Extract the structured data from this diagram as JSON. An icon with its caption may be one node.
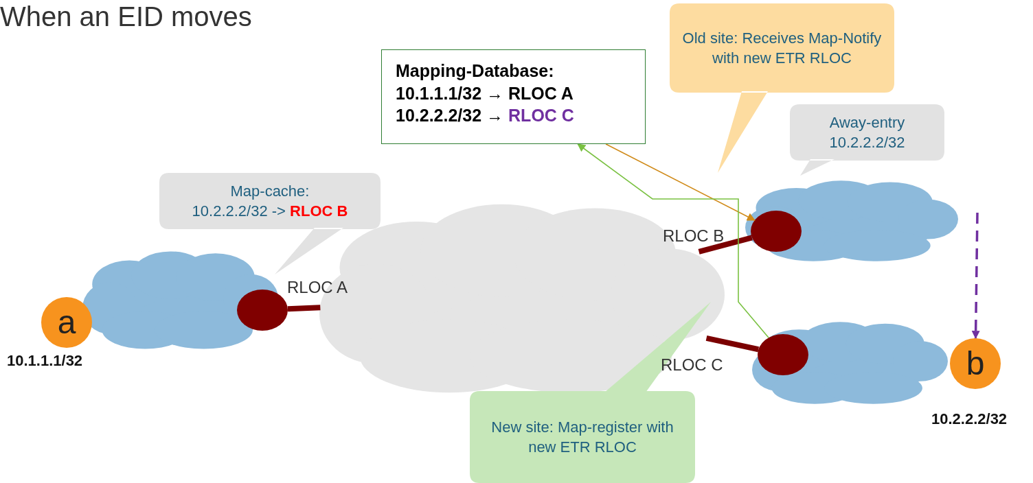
{
  "diagram": {
    "title": "When an EID moves",
    "nodes": [
      {
        "text": [
          "Mapping-Database:",
          "10.1.1.1/32 → RLOC A",
          "10.2.2.2/32 →",
          "RLOC C"
        ]
      },
      {
        "text": [
          "Old site: Receives Map-Notify with new ETR RLOC"
        ]
      },
      {
        "text": [
          "Away-entry 10.2.2.2/32"
        ]
      },
      {
        "text": [
          "Map-cache:",
          "10.2.2.2/32 ->",
          "RLOC B"
        ]
      },
      {
        "text": [],
        "shape": "cloud"
      },
      {
        "text": [
          "a"
        ]
      },
      {
        "text": [],
        "shape": "circle"
      },
      {
        "text": [],
        "shape": "cloud"
      },
      {
        "text": [],
        "shape": "cloud"
      },
      {
        "text": [],
        "shape": "circle",
        "in": 8
      },
      {
        "text": [],
        "shape": "cloud"
      },
      {
        "text": [],
        "shape": "circle",
        "in": 10
      },
      {
        "text": [
          "b"
        ]
      },
      {
        "text": [
          "New site: Map-register with new ETR RLOC"
        ]
      }
    ],
    "edges": [
      {
        "from": 6,
        "to": 7,
        "arrow": "none",
        "style": "thick"
      },
      {
        "from": 9,
        "to": 7,
        "arrow": "none",
        "style": "thick"
      },
      {
        "from": 11,
        "to": 7,
        "arrow": "none",
        "style": "thick"
      },
      {
        "from": 0,
        "to": 9,
        "arrow": "to",
        "color": "#d08b1a"
      },
      {
        "from": 11,
        "to": 0,
        "arrow": "to",
        "color": "#7ac142"
      },
      {
        "from": null,
        "to": 12,
        "arrow": "to",
        "style": "dashed",
        "color": "#7030a0"
      }
    ],
    "labels": [
      "RLOC B",
      "RLOC A",
      "10.1.1.1/32",
      "RLOC C",
      "10.2.2.2/32"
    ]
  }
}
